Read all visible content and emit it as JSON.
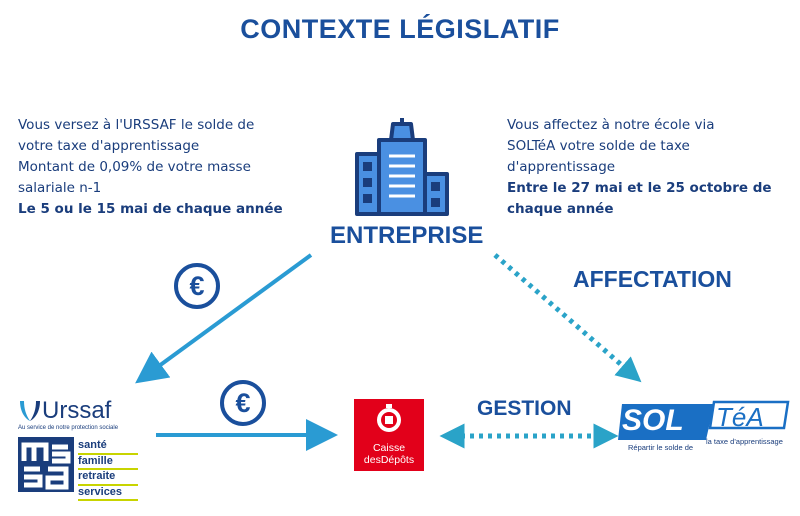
{
  "title": "CONTEXTE LÉGISLATIF",
  "left_text": {
    "line1": "Vous versez à l'URSSAF le solde de",
    "line2": "votre taxe d'apprentissage",
    "line3": "Montant de 0,09% de votre masse",
    "line4": "salariale n-1",
    "bold": "Le 5 ou le 15 mai de chaque année"
  },
  "right_text": {
    "line1": "Vous affectez à notre école via",
    "line2": "SOLTéA votre solde de taxe",
    "line3": "d'apprentissage",
    "bold1": "Entre le 27 mai et le 25 octobre de",
    "bold2": "chaque année"
  },
  "labels": {
    "entreprise": "ENTREPRISE",
    "affectation": "AFFECTATION",
    "gestion": "GESTION",
    "euro_symbol": "€"
  },
  "logos": {
    "urssaf_name": "Urssaf",
    "urssaf_tagline": "Au service de notre protection sociale",
    "msa_lines": [
      "santé",
      "famille",
      "retraite",
      "services"
    ],
    "cdc_line1": "Caisse",
    "cdc_line2": "desDépôts",
    "soltea_sol": "SOL",
    "soltea_tea": "TéA",
    "soltea_sub1": "Répartir le solde de",
    "soltea_sub2": "la taxe d'apprentissage"
  },
  "colors": {
    "primary": "#1a4f9c",
    "arrow": "#2a9bd3",
    "dotted_arrow": "#2aa3c8",
    "cdc_red": "#e2001a",
    "msa_green": "#c8d400",
    "building_fill": "#4a90e2"
  },
  "icons": {
    "building": "building-icon",
    "euro": "euro-icon"
  }
}
